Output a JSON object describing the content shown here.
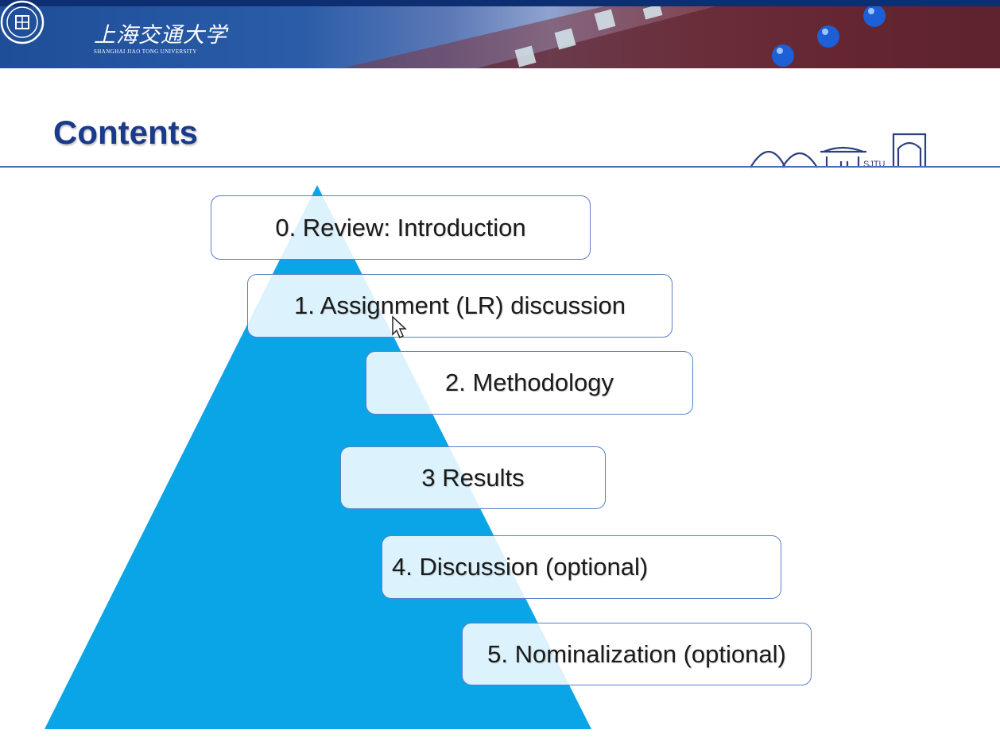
{
  "header": {
    "university_name_cn": "上海交通大学",
    "university_name_en": "SHANGHAI JIAO TONG UNIVERSITY"
  },
  "slide": {
    "title": "Contents",
    "items": [
      {
        "label": "0. Review: Introduction"
      },
      {
        "label": "1. Assignment (LR) discussion"
      },
      {
        "label": "2. Methodology"
      },
      {
        "label": "3 Results"
      },
      {
        "label": "4.  Discussion (optional)"
      },
      {
        "label": "5. Nominalization (optional)"
      }
    ]
  },
  "colors": {
    "title": "#1a3a8a",
    "pyramid": "#0aa5e6",
    "rule": "#4b6cb7",
    "box_border": "#5b7ec8"
  }
}
